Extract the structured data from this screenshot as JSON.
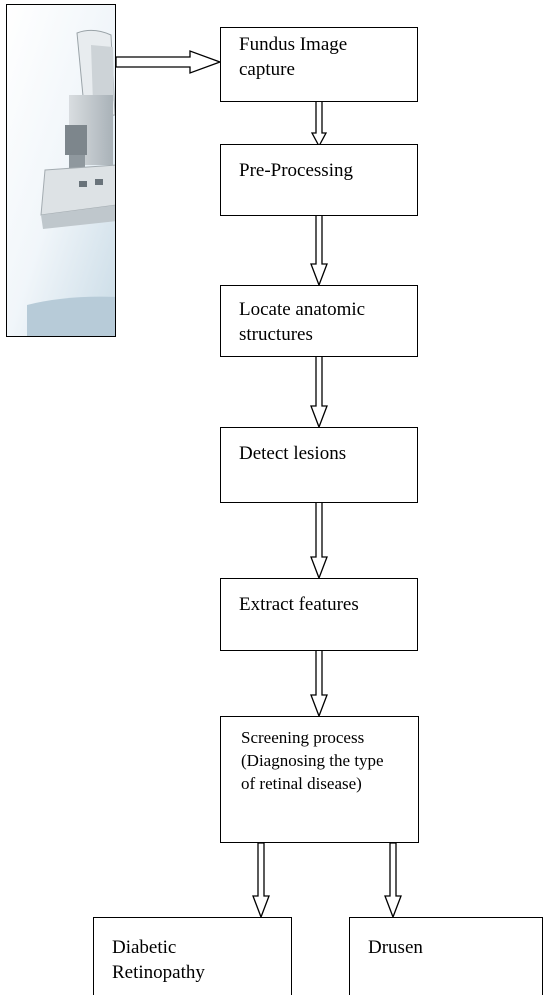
{
  "diagram": {
    "steps": [
      {
        "id": "capture",
        "lines": [
          "Fundus Image",
          "capture"
        ]
      },
      {
        "id": "preprocessing",
        "lines": [
          "Pre-Processing"
        ]
      },
      {
        "id": "locate",
        "lines": [
          "Locate anatomic",
          "structures"
        ]
      },
      {
        "id": "detect",
        "lines": [
          "Detect lesions"
        ]
      },
      {
        "id": "extract",
        "lines": [
          "Extract features"
        ]
      },
      {
        "id": "screening",
        "lines": [
          "Screening process",
          "(Diagnosing the type",
          "of retinal disease)"
        ]
      }
    ],
    "outcomes": [
      {
        "id": "dr",
        "lines": [
          "Diabetic",
          "Retinopathy"
        ]
      },
      {
        "id": "drusen",
        "lines": [
          "Drusen"
        ]
      }
    ],
    "device_image": {
      "icon": "fundus-camera-icon"
    }
  }
}
